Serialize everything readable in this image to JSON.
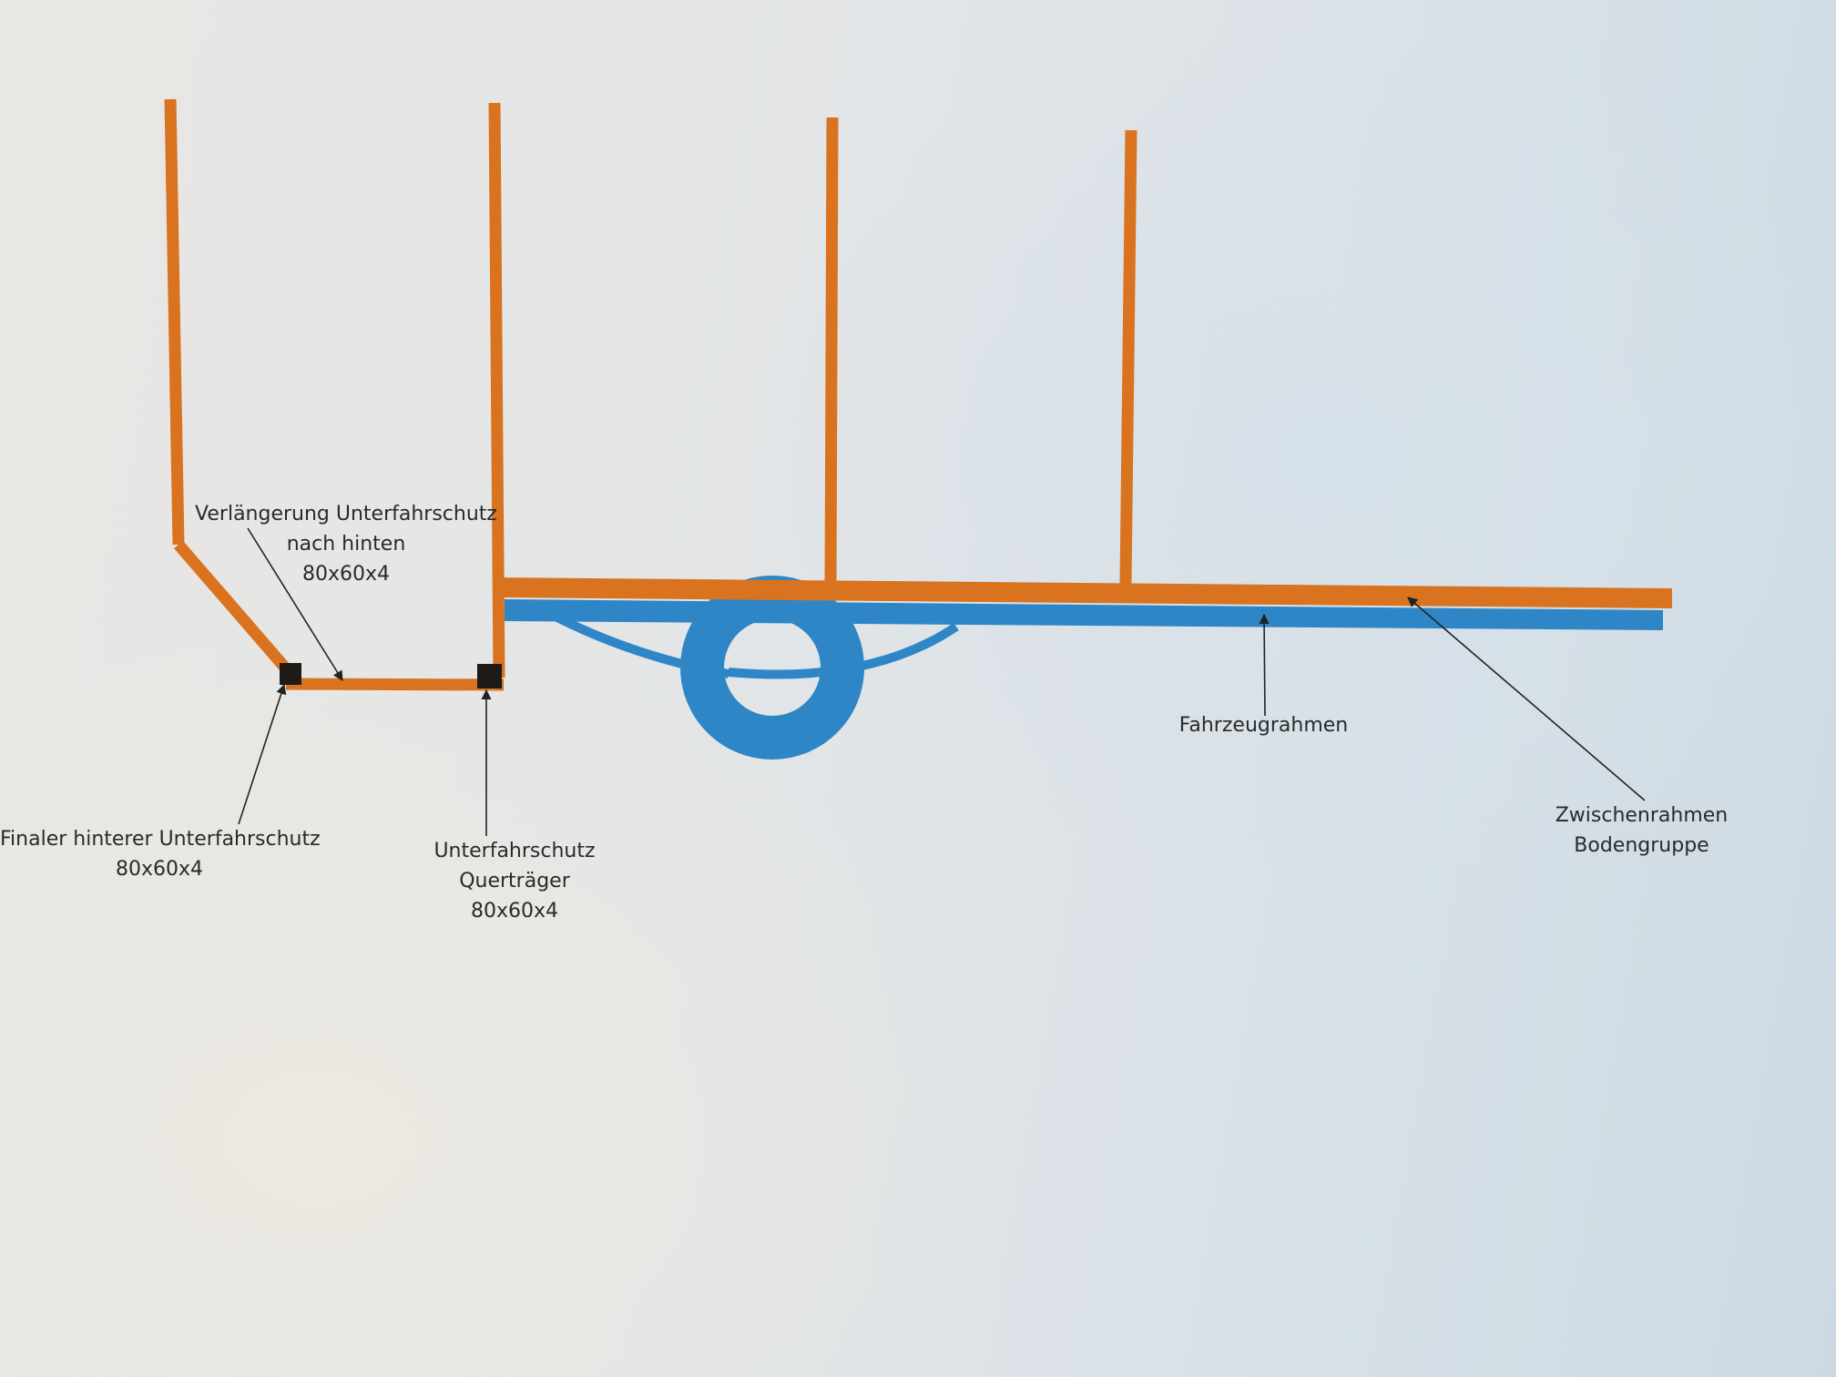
{
  "colors": {
    "structure_orange": "#d9731f",
    "frame_blue": "#2f86c6",
    "joint_black": "#1e1b16",
    "leader_line": "#222222",
    "text": "#2a2a2a"
  },
  "labels": {
    "extension": {
      "line1": "Verlängerung Unterfahrschutz",
      "line2": "nach hinten",
      "line3": "80x60x4"
    },
    "final_rear": {
      "line1": "Finaler hinterer Unterfahrschutz",
      "line2": "80x60x4"
    },
    "crossbeam": {
      "line1": "Unterfahrschutz",
      "line2": "Querträger",
      "line3": "80x60x4"
    },
    "vehicle_frame": {
      "line1": "Fahrzeugrahmen"
    },
    "subframe": {
      "line1": "Zwischenrahmen",
      "line2": "Bodengruppe"
    }
  }
}
